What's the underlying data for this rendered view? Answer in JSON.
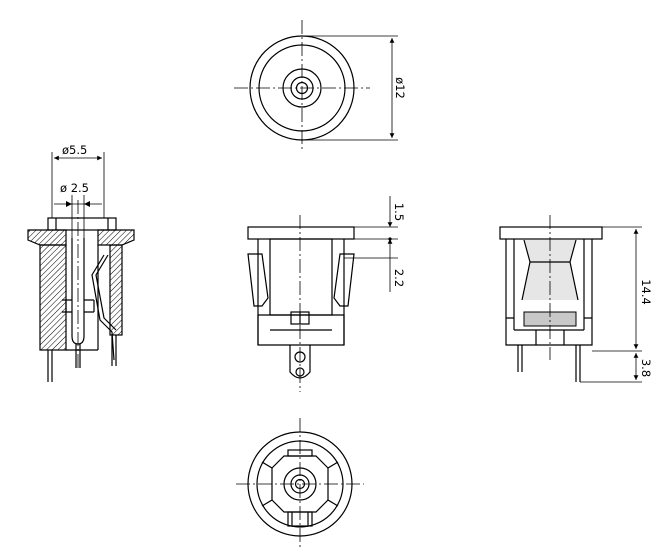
{
  "drawing": {
    "dimensions": {
      "outer_diameter": "ø12",
      "flange_diameter": "ø5.5",
      "pin_diameter": "ø 2.5",
      "flange_thickness": "1.5",
      "snap_gap": "2.2",
      "body_height": "14.4",
      "pin_length": "3.8"
    },
    "views": [
      "top-view",
      "section-view",
      "front-view",
      "side-view",
      "bottom-view"
    ]
  }
}
